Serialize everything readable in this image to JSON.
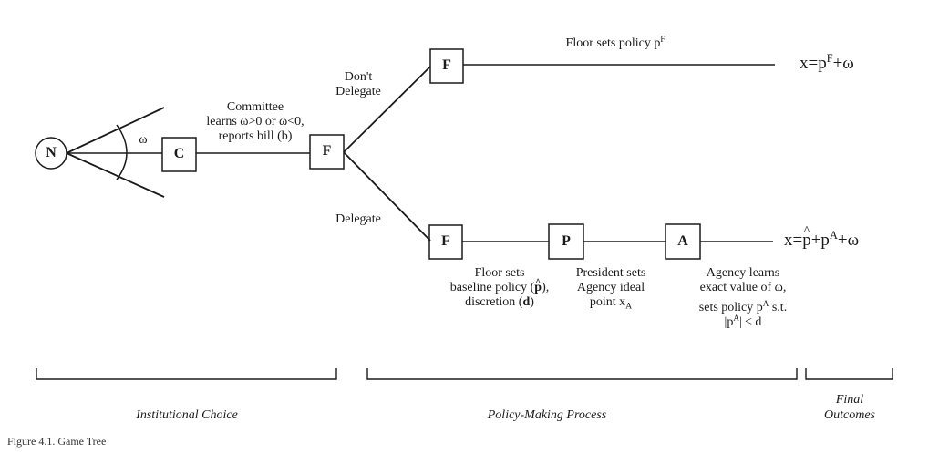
{
  "figure": {
    "caption": "Figure 4.1.  Game Tree"
  },
  "nodes": {
    "nature": "N",
    "committee": "C",
    "floor_first": "F",
    "floor_no_delegate": "F",
    "floor_delegate": "F",
    "president": "P",
    "agency": "A"
  },
  "nature_move_label": "ω",
  "committee_action": {
    "line1": "Committee",
    "line2": "learns ω>0 or ω<0,",
    "line3": "reports bill (b)"
  },
  "branches": {
    "dont_delegate_line1": "Don't",
    "dont_delegate_line2": "Delegate",
    "delegate": "Delegate"
  },
  "floor_sets_policy": {
    "text": "Floor sets policy p",
    "sup": "F"
  },
  "floor_baseline": {
    "line1": "Floor sets",
    "line2_pre": "baseline policy (",
    "line2_hat": "p",
    "line2_post": "),",
    "line3_pre": "discretion (",
    "line3_bold": "d",
    "line3_post": ")"
  },
  "president_action": {
    "line1": "President sets",
    "line2": "Agency ideal",
    "line3_pre": "point x",
    "line3_sub": "A"
  },
  "agency_action": {
    "line1": "Agency learns",
    "line2": "exact value of ω,",
    "line3_pre": "sets policy p",
    "line3_sup": "A",
    "line3_post": " s.t.",
    "line4_pre": "|p",
    "line4_sup": "A",
    "line4_post": "| ≤ d"
  },
  "outcomes": {
    "no_delegation": {
      "pre": "x=p",
      "sup": "F",
      "post": "+ω"
    },
    "delegation": {
      "pre": "x=",
      "hat": "p",
      "mid": "+p",
      "sup": "A",
      "post": "+ω"
    }
  },
  "phases": {
    "institutional_choice": "Institutional Choice",
    "policy_making": "Policy-Making Process",
    "final_outcomes_line1": "Final",
    "final_outcomes_line2": "Outcomes"
  }
}
